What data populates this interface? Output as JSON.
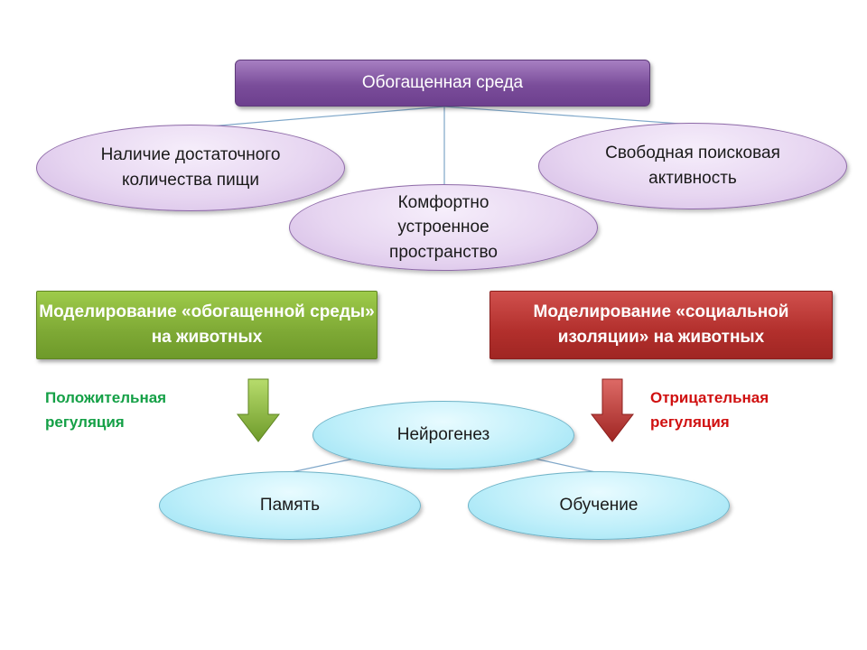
{
  "top": {
    "label": "Обогащенная среда"
  },
  "factors": [
    {
      "label": "Наличие достаточного количества пищи"
    },
    {
      "label": "Комфортно устроенное пространство"
    },
    {
      "label": "Свободная поисковая активность"
    }
  ],
  "models": {
    "enriched": "Моделирование «обогащенной среды» на животных",
    "isolation": "Моделирование «социальной изоляции» на животных"
  },
  "regulation": {
    "positive": "Положительная регуляция",
    "negative": "Отрицательная регуляция"
  },
  "outcomes": {
    "center": "Нейрогенез",
    "left": "Память",
    "right": "Обучение"
  },
  "colors": {
    "top_box": "#7a4d9a",
    "factor_fill": "#e7d6f1",
    "enriched_box": "#7ea935",
    "isolation_box": "#b22f2c",
    "positive_text": "#14a046",
    "negative_text": "#d01010",
    "outcome_fill": "#bfeffa",
    "connector": "#7fa7c9"
  },
  "icons": {
    "positive_arrow": "down-arrow-icon",
    "negative_arrow": "down-arrow-icon"
  }
}
